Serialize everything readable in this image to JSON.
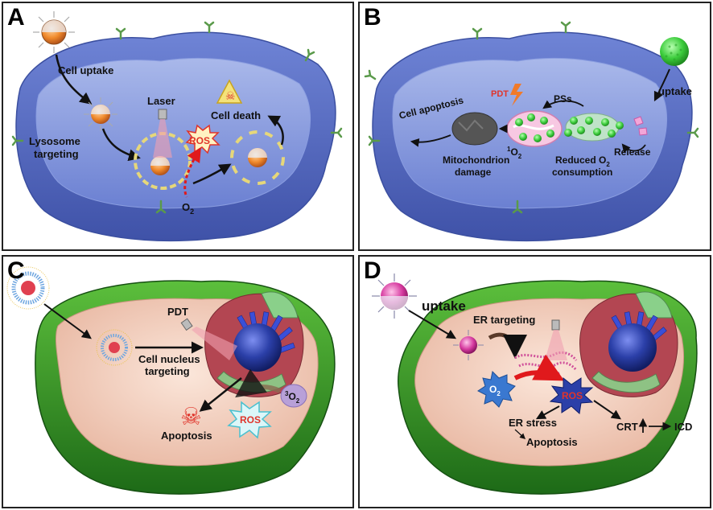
{
  "panels": {
    "a": {
      "letter": "A",
      "cell_uptake": "Cell uptake",
      "laser": "Laser",
      "cell_death": "Cell death",
      "ros": "ROS",
      "lysosome_line1": "Lysosome",
      "lysosome_line2": "targeting",
      "o2": "O",
      "o2_sub": "2"
    },
    "b": {
      "letter": "B",
      "uptake": "uptake",
      "pdt": "PDT",
      "pss": "PSs",
      "cell_apoptosis": "Cell apoptosis",
      "singlet_sup": "1",
      "singlet_o": "O",
      "singlet_sub": "2",
      "mito_line1": "Mitochondrion",
      "mito_line2": "damage",
      "reduced_line1": "Reduced O",
      "reduced_sub": "2",
      "reduced_line2": "consumption",
      "release": "Release"
    },
    "c": {
      "letter": "C",
      "pdt": "PDT",
      "nucleus_line1": "Cell nucleus",
      "nucleus_line2": "targeting",
      "apoptosis": "Apoptosis",
      "ros": "ROS",
      "triplet_sup": "3",
      "triplet_o": "O",
      "triplet_sub": "2"
    },
    "d": {
      "letter": "D",
      "uptake": "uptake",
      "er_targeting": "ER targeting",
      "o2": "O",
      "o2_sub": "2",
      "ros": "ROS",
      "er_stress": "ER stress",
      "apoptosis": "Apoptosis",
      "crt": "CRT",
      "icd": "ICD"
    }
  },
  "colors": {
    "cell_blue": "#7f93da",
    "cell_blue_light": "#a9b8ea",
    "membrane_green": "#3d9b2f",
    "cytoplasm_pink": "#f3d4c4",
    "nucleus_blue": "#2b3fa8",
    "ros_red": "#e0342a",
    "np_orange": "#f08a2c",
    "np_green": "#3ccc3c",
    "np_magenta": "#d63ba0"
  }
}
